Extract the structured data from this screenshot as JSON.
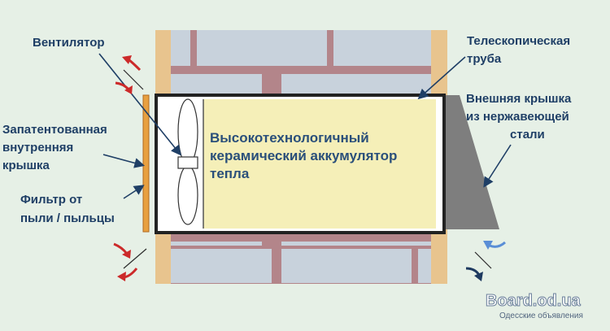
{
  "labels": {
    "fan": "Вентилятор",
    "pipe_line1": "Телескопическая",
    "pipe_line2": "труба",
    "outer_cover_line1": "Внешняя крышка",
    "outer_cover_line2": "из нержавеющей",
    "outer_cover_line3": "стали",
    "inner_cover_line1": "Запатентованная",
    "inner_cover_line2": "внутренняя",
    "inner_cover_line3": "крышка",
    "filter_line1": "Фильтр от",
    "filter_line2": "пыли / пыльцы"
  },
  "core": {
    "line1": "Высокотехнологичный",
    "line2": "керамический аккумулятор",
    "line3": "тепла"
  },
  "watermark": {
    "site": "Board.od.ua",
    "tagline": "Одесские объявления"
  },
  "colors": {
    "background": "#e6f0e6",
    "brick": "#c8d2dc",
    "mortar": "#b3858a",
    "wood": "#e8c48e",
    "ceramic": "#f5efb8",
    "outer_cover": "#7e7e7e",
    "label_text": "#1f3f66",
    "arrow_warm": "#cc2a2a",
    "arrow_cool": "#5a8ed6",
    "arrow_dark": "#1e3a60"
  }
}
